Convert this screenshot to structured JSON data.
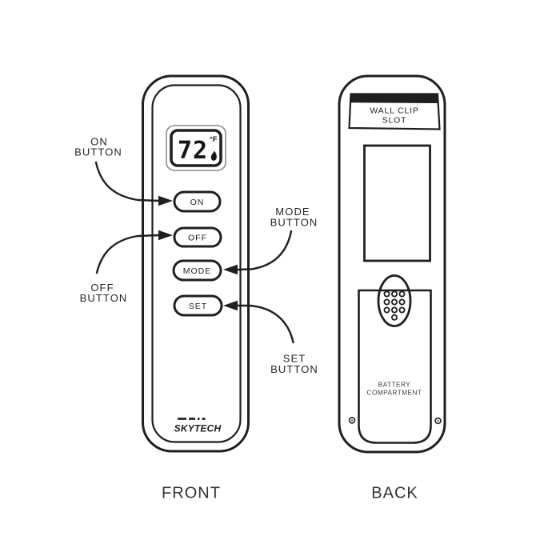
{
  "front": {
    "caption": "FRONT",
    "display": {
      "value": "72",
      "unit": "°F"
    },
    "buttons": [
      {
        "label": "ON"
      },
      {
        "label": "OFF"
      },
      {
        "label": "MODE"
      },
      {
        "label": "SET"
      }
    ],
    "brand": "SKYTECH"
  },
  "back": {
    "caption": "BACK",
    "wall_clip_slot": {
      "line1": "WALL CLIP",
      "line2": "SLOT"
    },
    "battery_compartment": {
      "line1": "BATTERY",
      "line2": "COMPARTMENT"
    }
  },
  "callouts": {
    "on": {
      "line1": "ON",
      "line2": "BUTTON"
    },
    "off": {
      "line1": "OFF",
      "line2": "BUTTON"
    },
    "mode": {
      "line1": "MODE",
      "line2": "BUTTON"
    },
    "set": {
      "line1": "SET",
      "line2": "BUTTON"
    }
  },
  "colors": {
    "ink": "#1f1f1f",
    "background": "#ffffff"
  }
}
